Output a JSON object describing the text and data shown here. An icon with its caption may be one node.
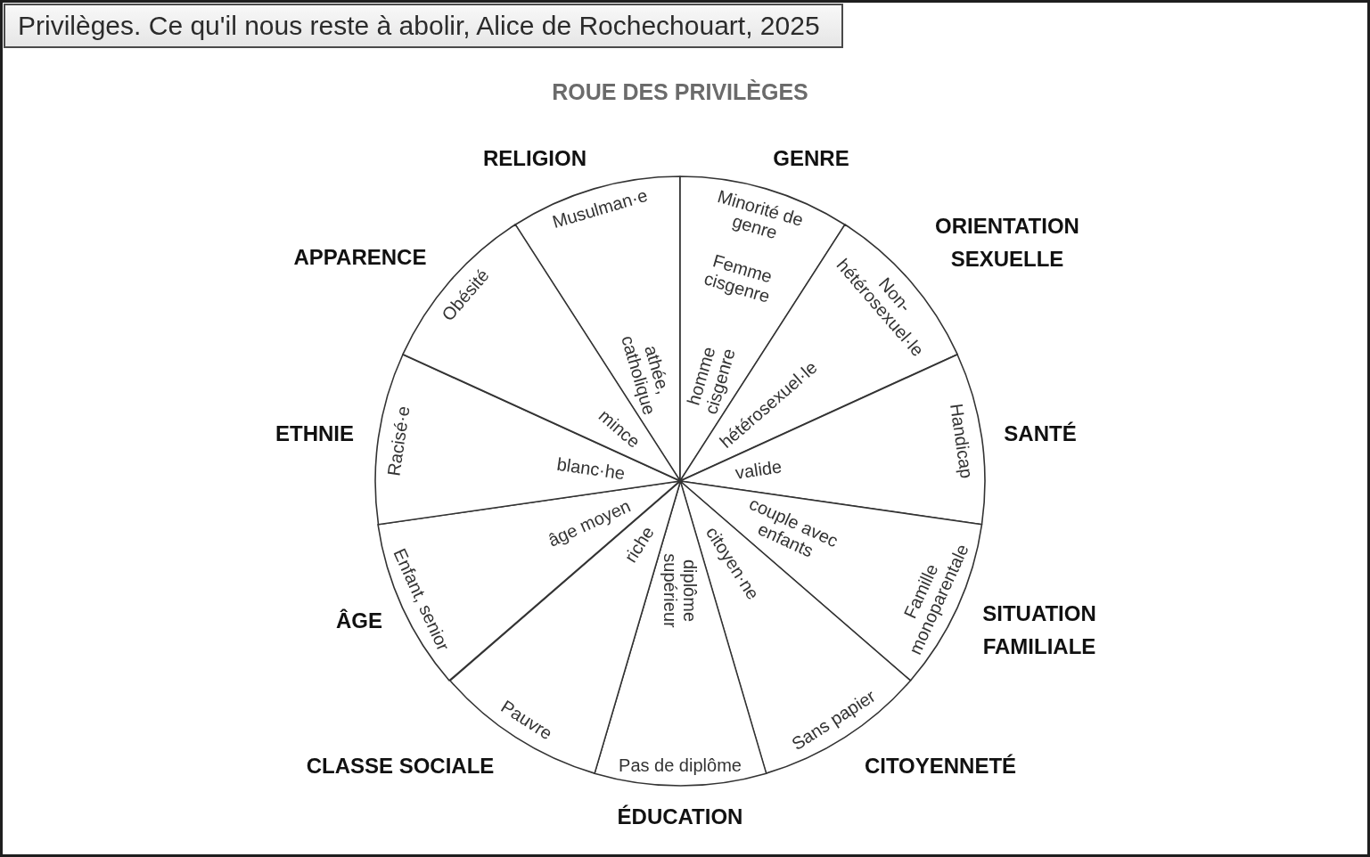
{
  "diagram": {
    "title": "ROUE DES PRIVILÈGES",
    "caption": "Privilèges. Ce qu'il nous reste à abolir, Alice de Rochechouart, 2025",
    "nodes": [
      {
        "text": [
          "Musulman·e",
          "athée, catholique"
        ],
        "beside": [
          "RELIGION"
        ]
      },
      {
        "text": [
          "Minorité de genre",
          "Femme cisgenre",
          "homme cisgenre"
        ],
        "beside": [
          "GENRE"
        ]
      },
      {
        "text": [
          "Non-hétérosexuel·le",
          "hétérosexuel·le"
        ],
        "beside": [
          "ORIENTATION SEXUELLE"
        ]
      },
      {
        "text": [
          "Handicap",
          "valide"
        ],
        "beside": [
          "SANTÉ"
        ]
      },
      {
        "text": [
          "couple avec enfants",
          "Famille monoparentale"
        ],
        "beside": [
          "SITUATION FAMILIALE"
        ]
      },
      {
        "text": [
          "citoyen·ne",
          "Sans papier"
        ],
        "beside": [
          "CITOYENNETÉ"
        ]
      },
      {
        "text": [
          "diplôme supérieur",
          "Pas de diplôme"
        ],
        "beside": [
          "ÉDUCATION"
        ]
      },
      {
        "text": [
          "riche",
          "Pauvre"
        ],
        "beside": [
          "CLASSE SOCIALE"
        ]
      },
      {
        "text": [
          "Enfant, senior",
          "âge moyen"
        ],
        "beside": [
          "ÂGE"
        ]
      },
      {
        "text": [
          "Racisé·e",
          "blanc·he"
        ],
        "beside": [
          "ETHNIE"
        ]
      },
      {
        "text": [
          "Obésité",
          "mince"
        ],
        "beside": [
          "APPARENCE"
        ]
      }
    ]
  }
}
